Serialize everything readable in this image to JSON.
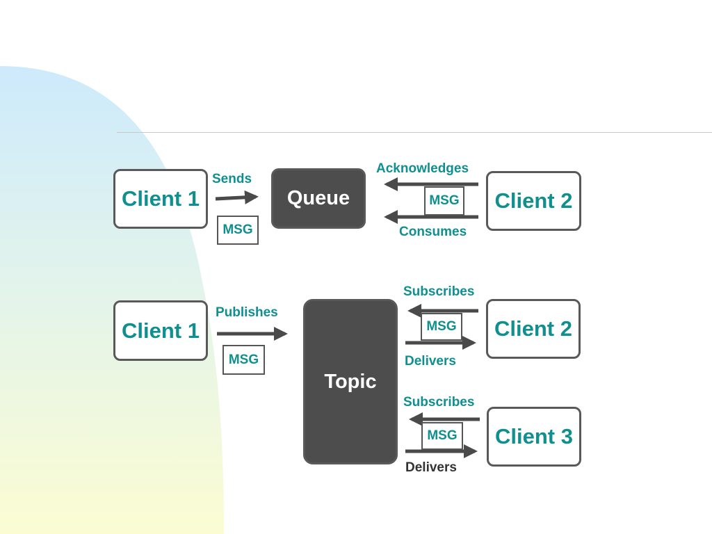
{
  "colors": {
    "accent_teal": "#0f8f8f",
    "hub_fill": "#4d4d4d",
    "border": "#595959",
    "arrow": "#4a4a4a"
  },
  "queue_section": {
    "sender": "Client 1",
    "hub": "Queue",
    "receiver": "Client 2",
    "sends_label": "Sends",
    "sent_msg": "MSG",
    "acknowledges_label": "Acknowledges",
    "consumed_msg": "MSG",
    "consumes_label": "Consumes"
  },
  "topic_section": {
    "publisher": "Client 1",
    "publishes_label": "Publishes",
    "published_msg": "MSG",
    "hub": "Topic",
    "subscriber_a": {
      "name": "Client 2",
      "subscribes_label": "Subscribes",
      "msg": "MSG",
      "delivers_label": "Delivers"
    },
    "subscriber_b": {
      "name": "Client 3",
      "subscribes_label": "Subscribes",
      "msg": "MSG",
      "delivers_label": "Delivers"
    }
  }
}
